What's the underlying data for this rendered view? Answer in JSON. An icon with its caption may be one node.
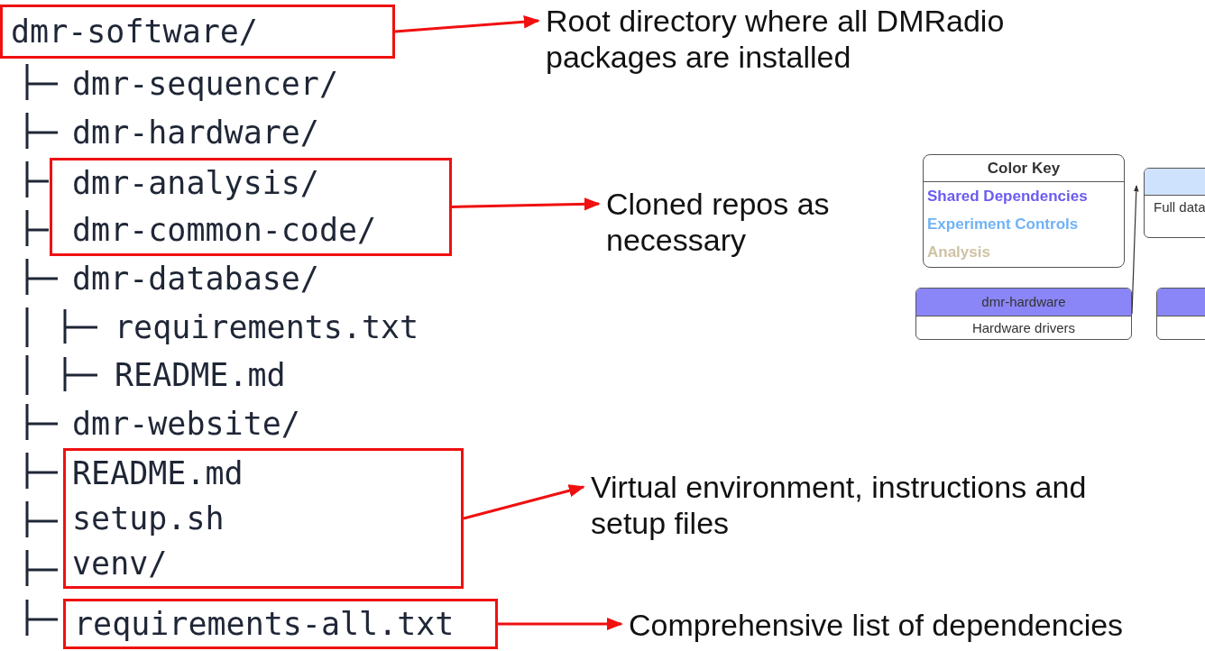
{
  "diagram": {
    "nodes": [
      {
        "text": [
          "dmr-software/"
        ]
      },
      {
        "text": [
          "Root directory where all DMRadio packages are installed"
        ]
      },
      {
        "text": [
          "dmr-analysis/",
          "dmr-common-code/"
        ]
      },
      {
        "text": [
          "Cloned repos as necessary"
        ]
      },
      {
        "text": [
          "README.md",
          "setup.sh",
          "venv/"
        ]
      },
      {
        "text": [
          "Virtual environment, instructions and setup files"
        ]
      },
      {
        "text": [
          "requirements-all.txt"
        ]
      },
      {
        "text": [
          "Comprehensive list of dependencies"
        ]
      },
      {
        "text": [
          "Color Key"
        ]
      },
      {
        "text": [
          "Full data"
        ]
      },
      {
        "text": [
          "dmr-hardware",
          "Hardware drivers"
        ]
      },
      {
        "text": [],
        "shape": "box"
      }
    ],
    "edges": [
      {
        "from": 0,
        "to": 1,
        "arrow": "to"
      },
      {
        "from": 2,
        "to": 3,
        "arrow": "to"
      },
      {
        "from": 4,
        "to": 5,
        "arrow": "to"
      },
      {
        "from": 6,
        "to": 7,
        "arrow": "to"
      },
      {
        "from": 10,
        "to": 9,
        "arrow": "to",
        "color": "#333333"
      }
    ],
    "labels": [
      "dmr-sequencer/",
      "dmr-hardware/",
      "dmr-database/",
      "requirements.txt",
      "README.md",
      "dmr-website/"
    ],
    "legend": [
      {
        "text": "Shared Dependencies",
        "color": "#6b5cf0"
      },
      {
        "text": "Experiment Controls",
        "color": "#6fb3f5"
      },
      {
        "text": "Analysis",
        "color": "#cfc2a4"
      }
    ]
  }
}
